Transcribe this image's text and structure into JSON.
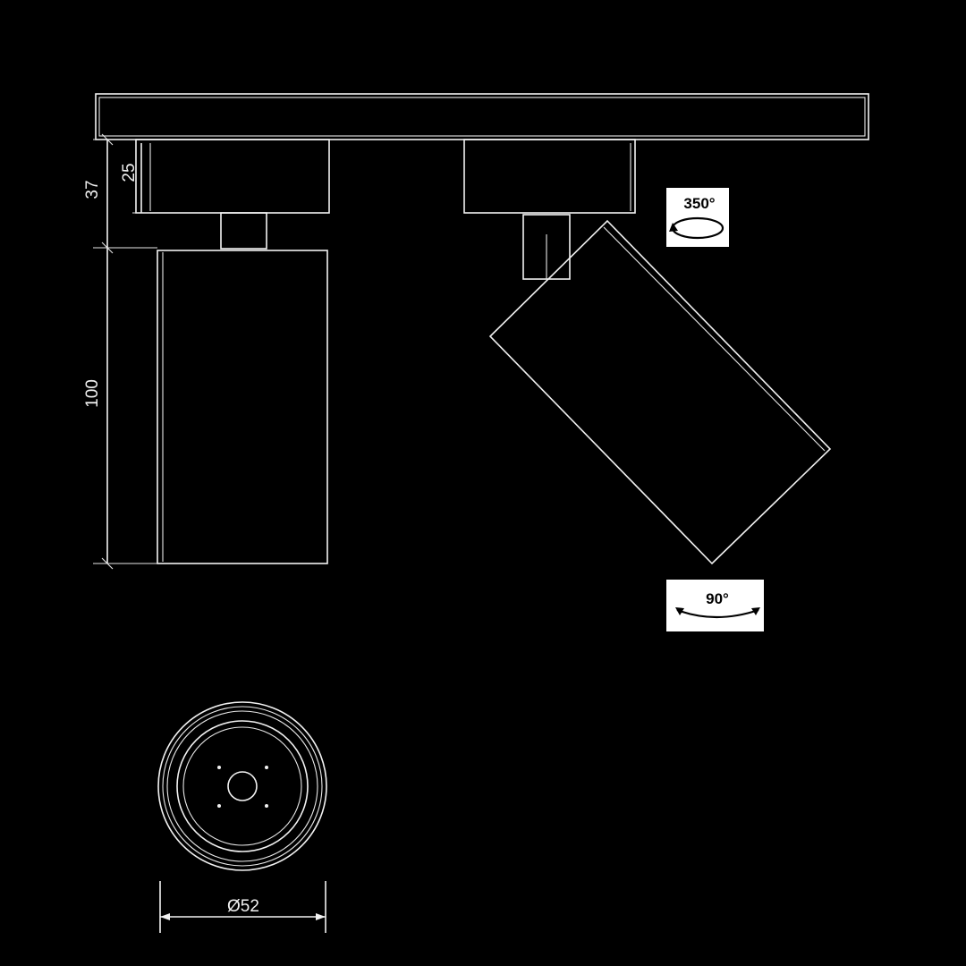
{
  "dimensions": {
    "overall_height": "37",
    "adapter_height": "25",
    "body_length": "100",
    "diameter": "Ø52"
  },
  "badges": {
    "rotation": "350°",
    "tilt": "90°"
  },
  "colors": {
    "background": "#000000",
    "line": "#f2f2f2",
    "badge_background": "#ffffff"
  }
}
